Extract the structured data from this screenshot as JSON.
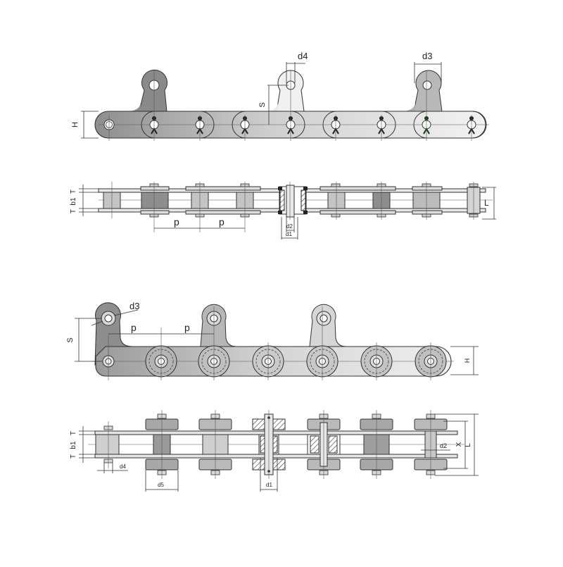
{
  "title": "Conveyor chain with attachments - technical drawing",
  "colors": {
    "background": "#ffffff",
    "plate_dark": "#8e8e8e",
    "plate_light": "#e6e6e6",
    "roller": "#b4b4b4",
    "roller_dark": "#8a8a8a",
    "line": "#333333"
  },
  "views": [
    {
      "id": "view1-side",
      "description": "Chain with bent-up ear attachments, side elevation",
      "labels": {
        "d4": "d4",
        "d3": "d3",
        "S": "S",
        "H": "H"
      }
    },
    {
      "id": "view1-top",
      "description": "Chain plan view with pins and rollers",
      "labels": {
        "T_top": "T",
        "b1": "b1",
        "T_bottom": "T",
        "p1": "p",
        "p2": "p",
        "d2": "d2",
        "d1": "d1",
        "L": "L"
      }
    },
    {
      "id": "view2-side",
      "description": "Chain with side-roller attachments and ear tabs, side elevation",
      "labels": {
        "d3": "d3",
        "S": "S",
        "p1": "p",
        "p2": "p",
        "H": "H"
      }
    },
    {
      "id": "view2-top",
      "description": "Chain plan view with outboard rollers, sectioned link",
      "labels": {
        "T_top": "T",
        "b1": "b1",
        "T_bottom": "T",
        "d4": "d4",
        "d5": "d5",
        "d1": "d1",
        "d2": "d2",
        "X": "X",
        "L": "L"
      }
    }
  ]
}
